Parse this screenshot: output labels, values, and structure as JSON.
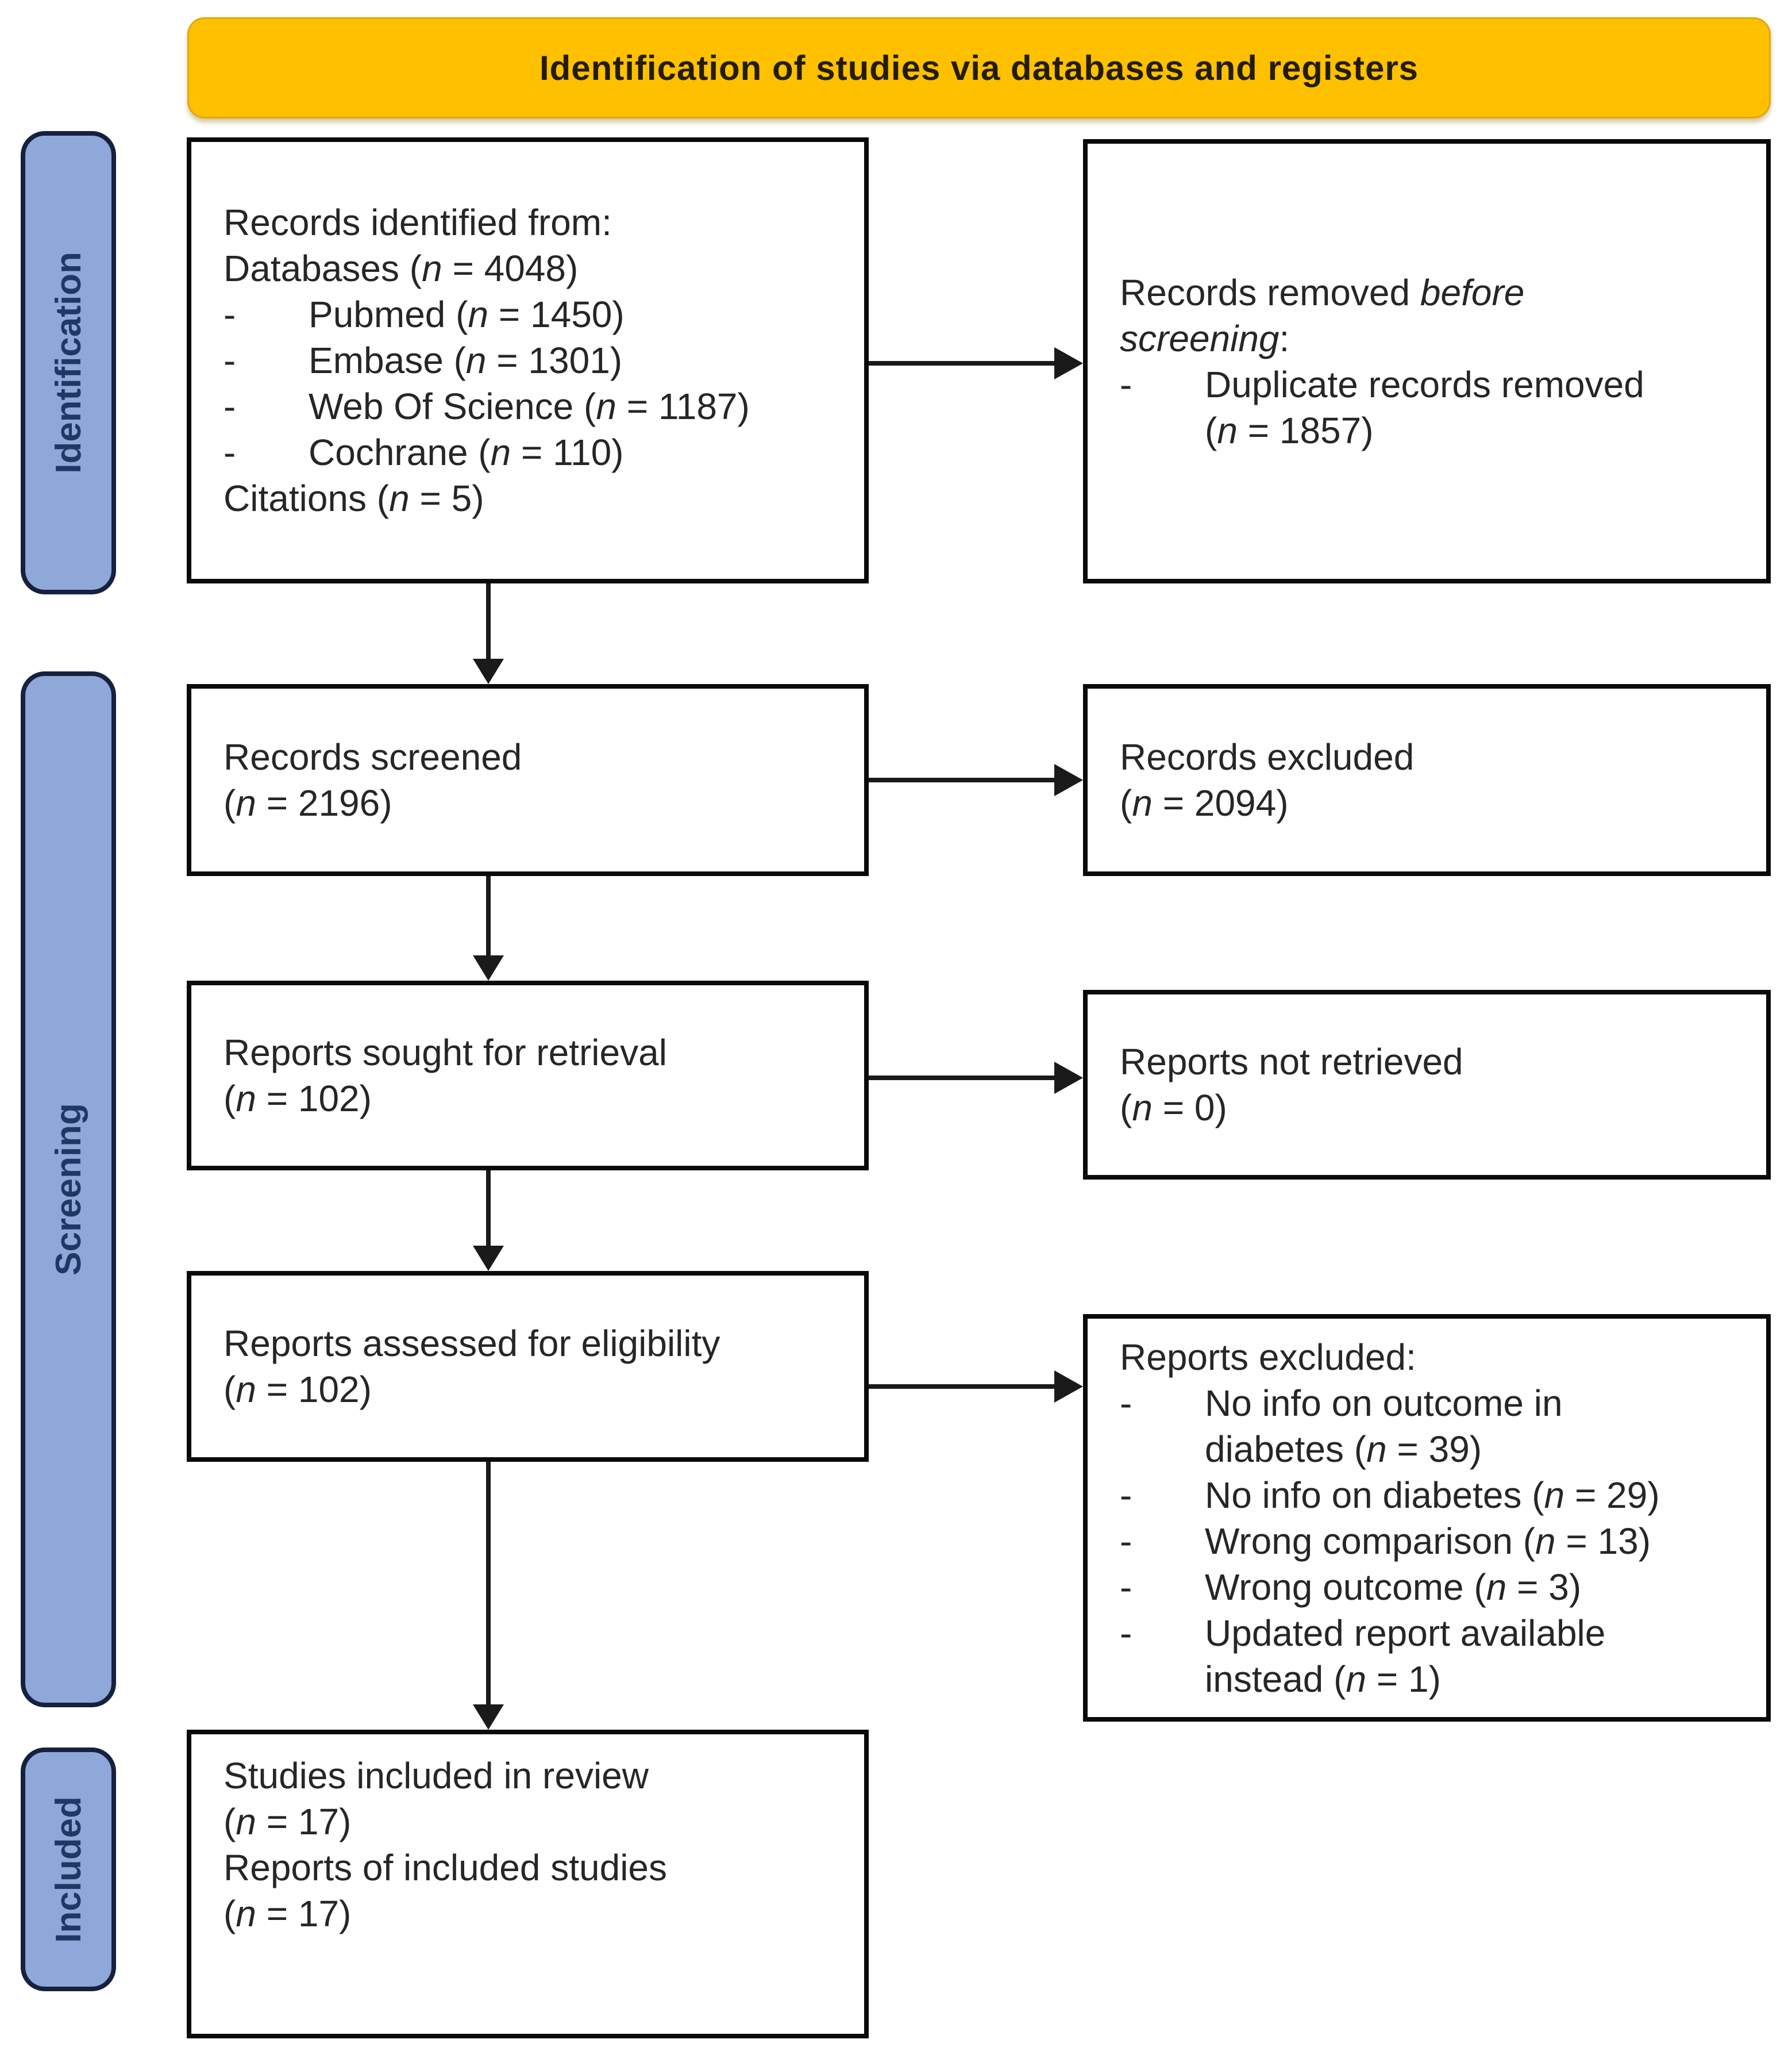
{
  "banner": {
    "label": "Identification of studies via databases and registers"
  },
  "sidebar": {
    "stages": [
      {
        "label": "Identification"
      },
      {
        "label": "Screening"
      },
      {
        "label": "Included"
      }
    ]
  },
  "boxes": {
    "records_identified": {
      "lines": [
        {
          "segments": [
            {
              "text": "Records identified from:"
            }
          ]
        },
        {
          "segments": [
            {
              "text": "Databases ("
            },
            {
              "text": "n",
              "italic": true
            },
            {
              "text": " = 4048)"
            }
          ]
        },
        {
          "bullet": true,
          "segments": [
            {
              "text": "Pubmed ("
            },
            {
              "text": "n",
              "italic": true
            },
            {
              "text": " = 1450)"
            }
          ]
        },
        {
          "bullet": true,
          "segments": [
            {
              "text": "Embase ("
            },
            {
              "text": "n",
              "italic": true
            },
            {
              "text": " = 1301)"
            }
          ]
        },
        {
          "bullet": true,
          "segments": [
            {
              "text": "Web Of Science ("
            },
            {
              "text": "n",
              "italic": true
            },
            {
              "text": " = 1187)"
            }
          ]
        },
        {
          "bullet": true,
          "segments": [
            {
              "text": "Cochrane ("
            },
            {
              "text": "n",
              "italic": true
            },
            {
              "text": " = 110)"
            }
          ]
        },
        {
          "segments": [
            {
              "text": "Citations ("
            },
            {
              "text": "n",
              "italic": true
            },
            {
              "text": " = 5)"
            }
          ]
        }
      ]
    },
    "records_removed": {
      "lines": [
        {
          "segments": [
            {
              "text": "Records removed "
            },
            {
              "text": "before",
              "italic": true
            }
          ]
        },
        {
          "segments": [
            {
              "text": "screening",
              "italic": true
            },
            {
              "text": ":"
            }
          ]
        },
        {
          "bullet": true,
          "segments": [
            {
              "text": "Duplicate records removed"
            }
          ]
        },
        {
          "indent": true,
          "segments": [
            {
              "text": "("
            },
            {
              "text": "n",
              "italic": true
            },
            {
              "text": " = 1857)"
            }
          ]
        }
      ]
    },
    "records_screened": {
      "lines": [
        {
          "segments": [
            {
              "text": "Records screened"
            }
          ]
        },
        {
          "segments": [
            {
              "text": "("
            },
            {
              "text": "n",
              "italic": true
            },
            {
              "text": " = 2196)"
            }
          ]
        }
      ]
    },
    "records_excluded": {
      "lines": [
        {
          "segments": [
            {
              "text": "Records excluded"
            }
          ]
        },
        {
          "segments": [
            {
              "text": "("
            },
            {
              "text": "n",
              "italic": true
            },
            {
              "text": " = 2094)"
            }
          ]
        }
      ]
    },
    "reports_sought": {
      "lines": [
        {
          "segments": [
            {
              "text": "Reports sought for retrieval"
            }
          ]
        },
        {
          "segments": [
            {
              "text": "("
            },
            {
              "text": "n",
              "italic": true
            },
            {
              "text": " = 102)"
            }
          ]
        }
      ]
    },
    "reports_not_retrieved": {
      "lines": [
        {
          "segments": [
            {
              "text": "Reports not retrieved"
            }
          ]
        },
        {
          "segments": [
            {
              "text": "("
            },
            {
              "text": "n",
              "italic": true
            },
            {
              "text": " = 0)"
            }
          ]
        }
      ]
    },
    "reports_assessed": {
      "lines": [
        {
          "segments": [
            {
              "text": "Reports assessed for eligibility"
            }
          ]
        },
        {
          "segments": [
            {
              "text": "("
            },
            {
              "text": "n",
              "italic": true
            },
            {
              "text": " = 102)"
            }
          ]
        }
      ]
    },
    "reports_excluded": {
      "lines": [
        {
          "segments": [
            {
              "text": "Reports excluded:"
            }
          ]
        },
        {
          "bullet": true,
          "segments": [
            {
              "text": "No info on outcome in"
            }
          ]
        },
        {
          "indent": true,
          "segments": [
            {
              "text": "diabetes ("
            },
            {
              "text": "n",
              "italic": true
            },
            {
              "text": " = 39)"
            }
          ]
        },
        {
          "bullet": true,
          "segments": [
            {
              "text": "No info on diabetes ("
            },
            {
              "text": "n",
              "italic": true
            },
            {
              "text": " = 29)"
            }
          ]
        },
        {
          "bullet": true,
          "segments": [
            {
              "text": "Wrong comparison ("
            },
            {
              "text": "n",
              "italic": true
            },
            {
              "text": " = 13)"
            }
          ]
        },
        {
          "bullet": true,
          "segments": [
            {
              "text": "Wrong outcome ("
            },
            {
              "text": "n",
              "italic": true
            },
            {
              "text": " = 3)"
            }
          ]
        },
        {
          "bullet": true,
          "segments": [
            {
              "text": "Updated report available"
            }
          ]
        },
        {
          "indent": true,
          "segments": [
            {
              "text": "instead ("
            },
            {
              "text": "n",
              "italic": true
            },
            {
              "text": " = 1)"
            }
          ]
        }
      ]
    },
    "studies_included": {
      "lines": [
        {
          "segments": [
            {
              "text": "Studies included in review"
            }
          ]
        },
        {
          "segments": [
            {
              "text": "("
            },
            {
              "text": "n",
              "italic": true
            },
            {
              "text": " = 17)"
            }
          ]
        },
        {
          "segments": [
            {
              "text": "Reports of included studies"
            }
          ]
        },
        {
          "segments": [
            {
              "text": "("
            },
            {
              "text": "n",
              "italic": true
            },
            {
              "text": " = 17)"
            }
          ]
        }
      ]
    }
  },
  "colors": {
    "banner_bg": "#FFC000",
    "banner_border": "#E3A800",
    "banner_text": "#231D00",
    "stage_bg": "#8FA8DA",
    "stage_border": "#16213E",
    "stage_text": "#1F3864",
    "box_bg": "#FFFFFF",
    "box_border": "#0A0A0A",
    "box_text": "#262626",
    "arrow": "#1A1A1A",
    "page_bg": "#FFFFFF"
  }
}
